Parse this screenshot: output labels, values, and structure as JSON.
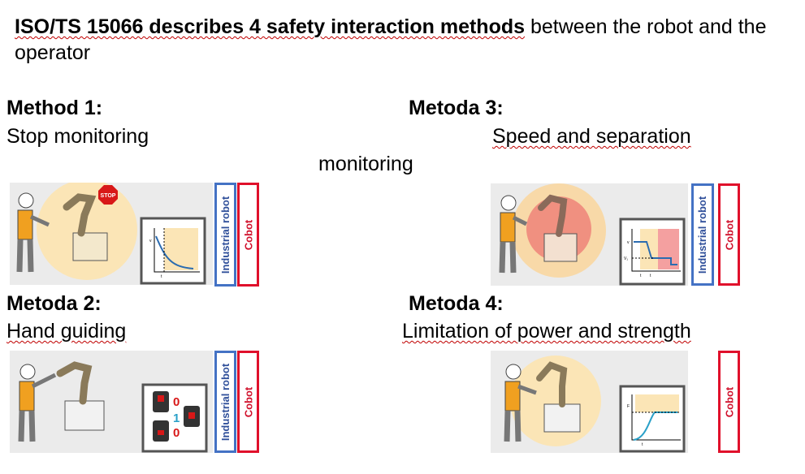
{
  "heading": {
    "bold": "ISO/TS 15066 describes 4 safety interaction methods",
    "rest": " between the robot and the operator"
  },
  "methods": [
    {
      "title": "Method 1:",
      "desc": "Stop monitoring"
    },
    {
      "title": "Metoda 2:",
      "desc": "Hand guiding"
    },
    {
      "title": "Metoda 3:",
      "desc": "Speed and separation",
      "desc2": "monitoring"
    },
    {
      "title": "Metoda 4:",
      "desc": "Limitation of power and strength"
    }
  ],
  "tags": {
    "industrial": "Industrial robot",
    "cobot": "Cobot"
  },
  "stop_sign": "STOP",
  "guiding_states": [
    "0",
    "1",
    "0"
  ],
  "chart_marks": {
    "v": "v",
    "t": "t",
    "vr": "V₁",
    "f": "F"
  },
  "colors": {
    "industrial": "#4472c4",
    "cobot": "#e0102b",
    "zone": "#fbe5b6",
    "danger": "#f08080"
  }
}
